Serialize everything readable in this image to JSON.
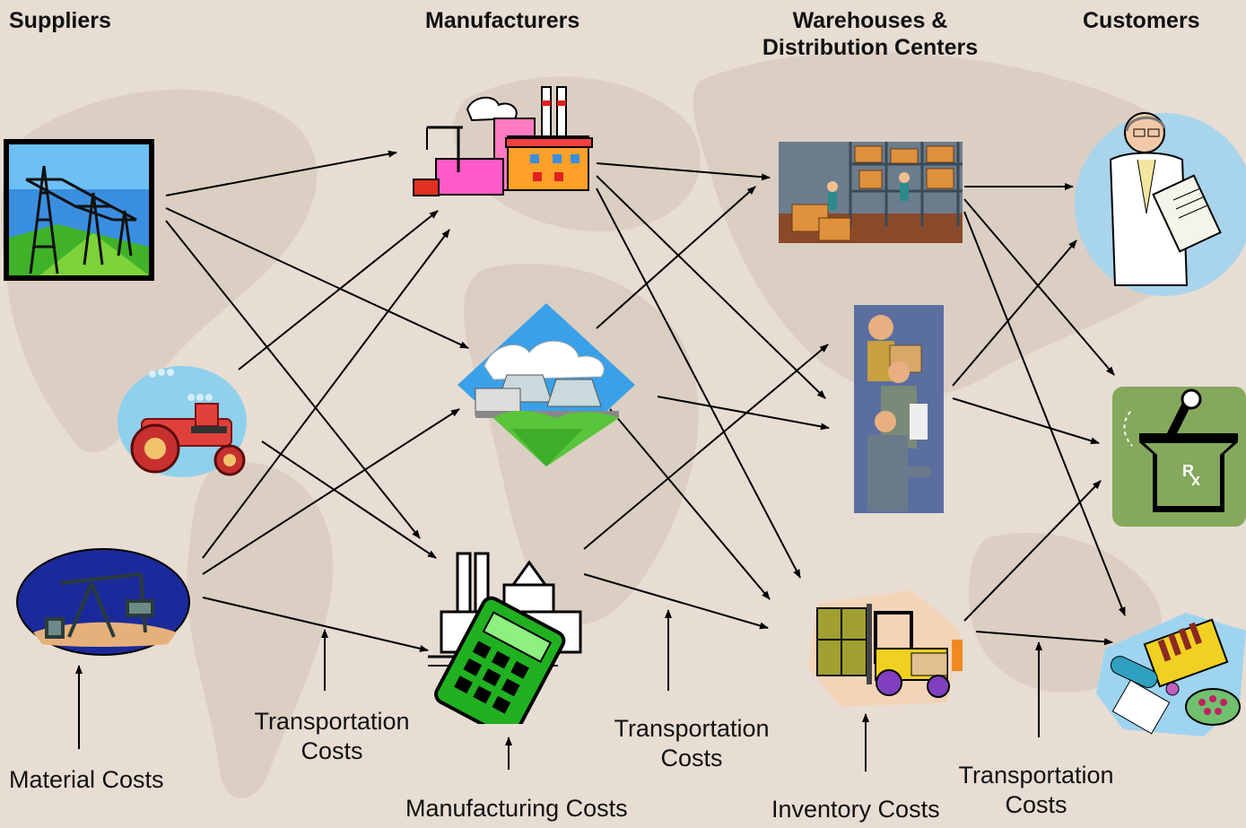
{
  "headers": {
    "suppliers": "Suppliers",
    "manufacturers": "Manufacturers",
    "warehouses_line1": "Warehouses &",
    "warehouses_line2": "Distribution Centers",
    "customers": "Customers"
  },
  "cost_labels": {
    "material": "Material Costs",
    "transportation_1_line1": "Transportation",
    "transportation_1_line2": "Costs",
    "manufacturing": "Manufacturing Costs",
    "transportation_2_line1": "Transportation",
    "transportation_2_line2": "Costs",
    "inventory": "Inventory Costs",
    "transportation_3_line1": "Transportation",
    "transportation_3_line2": "Costs"
  },
  "nodes": {
    "suppliers": [
      "power-lines-icon",
      "tractor-icon",
      "oil-pump-icon"
    ],
    "manufacturers": [
      "factory-icon",
      "power-plant-icon",
      "calculator-factory-icon"
    ],
    "warehouses": [
      "warehouse-shelves-icon",
      "workers-icon",
      "forklift-icon"
    ],
    "customers": [
      "doctor-icon",
      "pharmacy-rx-icon",
      "medicines-icon"
    ]
  },
  "colors": {
    "background": "#e7ddd3",
    "map_land": "#d8ccc0",
    "arrow": "#000000",
    "pharmacy_green": "#84a85c"
  }
}
